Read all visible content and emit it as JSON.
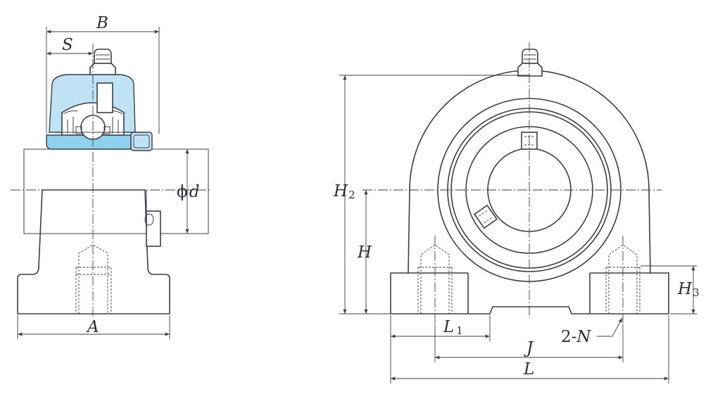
{
  "labels": {
    "B": "B",
    "S": "S",
    "phi_d_symbol": "ϕ",
    "phi_d_letter": "d",
    "A": "A",
    "H2_main": "H",
    "H2_sub": "2",
    "H": "H",
    "H3_main": "H",
    "H3_sub": "3",
    "L1_main": "L",
    "L1_sub": "1",
    "J": "J",
    "N_prefix": "2-",
    "N_letter": "N",
    "L": "L"
  },
  "colors": {
    "line": "#3a3f4a",
    "highlight_fill": "#bfe3f4",
    "highlight_dark": "#8fd0ee"
  }
}
